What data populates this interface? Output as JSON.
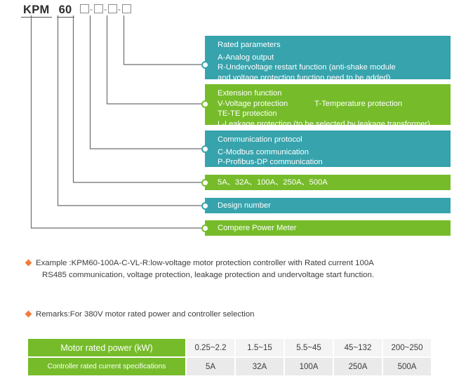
{
  "model_code": {
    "segments": [
      "KPM",
      "60"
    ],
    "placeholder_count": 4,
    "separator": "-"
  },
  "callouts": [
    {
      "id": "rated-parameters",
      "color": "teal",
      "color_hex": "#36a3ad",
      "title": "Rated parameters",
      "lines": [
        "A-Analog output",
        "R-Undervoltage restart function (anti-shake module",
        "and voltage protection function need to be added)"
      ]
    },
    {
      "id": "extension-function",
      "color": "green",
      "color_hex": "#76bc2a",
      "title": "Extension function",
      "line_voltage": "V-Voltage protection",
      "line_temperature": "T-Temperature protection",
      "lines": [
        "TE-TE protection",
        "L-Leakage protection (to be selected by leakage transformer)"
      ]
    },
    {
      "id": "communication-protocol",
      "color": "teal",
      "color_hex": "#36a3ad",
      "title": "Communication protocol",
      "lines": [
        "C-Modbus communication",
        "P-Profibus-DP communication"
      ]
    },
    {
      "id": "current-specifications",
      "color": "green",
      "color_hex": "#76bc2a",
      "title": "5A、32A、100A、250A、500A"
    },
    {
      "id": "design-number",
      "color": "teal",
      "color_hex": "#36a3ad",
      "title": "Design number"
    },
    {
      "id": "product-name",
      "color": "green",
      "color_hex": "#76bc2a",
      "title": "Compere Power Meter"
    }
  ],
  "notes": [
    {
      "id": "example",
      "line1": "Example :KPM60-100A-C-VL-R:low-voltage motor protection controller with Rated current 100A",
      "line2": "RS485 communication, voltage protection, leakage protection and undervoltage start function."
    },
    {
      "id": "remarks",
      "line1": "Remarks:For 380V motor rated power and controller selection"
    }
  ],
  "spec_table": {
    "rows": [
      {
        "header": "Motor rated power (kW)",
        "values": [
          "0.25~2.2",
          "1.5~15",
          "5.5~45",
          "45~132",
          "200~250"
        ]
      },
      {
        "header": "Controller rated current specifications",
        "values": [
          "5A",
          "32A",
          "100A",
          "250A",
          "500A"
        ]
      }
    ]
  },
  "theme": {
    "teal": "#36a3ad",
    "green": "#76bc2a",
    "bullet_orange": "#f07c3e",
    "line_gray": "#6e6e6e"
  }
}
